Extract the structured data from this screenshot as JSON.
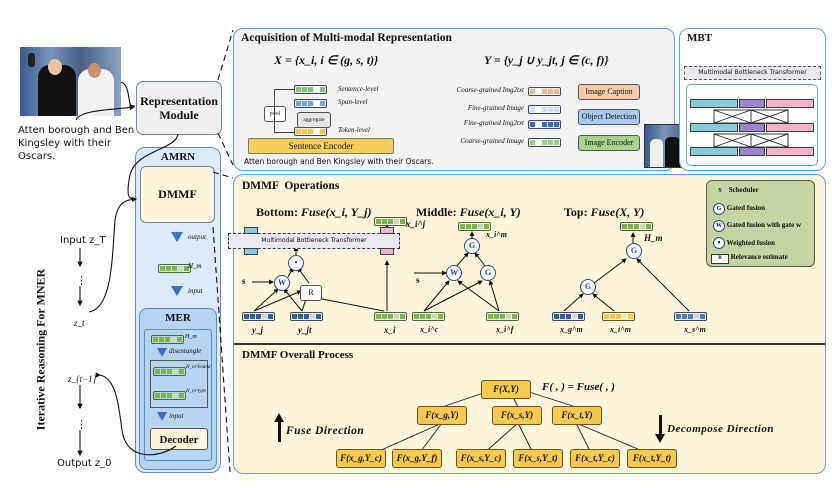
{
  "left": {
    "caption": "Atten borough and Ben Kingsley with their Oscars.",
    "representation_module": "Representation Module",
    "vertical_title": "Iterative Reasoning For MNER",
    "chain": {
      "input": "Input z_T",
      "dots": "⋮",
      "zt": "z_t",
      "zt1": "z_{t−1}",
      "output": "Output z_0"
    }
  },
  "amrn": {
    "title": "AMRN",
    "dmmf": "DMMF",
    "output_label": "output",
    "hm_label": "H_m",
    "input_label": "input",
    "mer": {
      "title": "MER",
      "hm": "H_m",
      "disentangle": "disentangle",
      "hbound": "H_m^bound",
      "htype": "H_m^type",
      "input_label": "input",
      "decoder": "Decoder"
    }
  },
  "acquisition": {
    "title": "Acquisition of Multi-modal Representation",
    "x_formula": "X = {x_i, i ∈ (g, s, t)}",
    "y_formula": "Y = {y_j ∪ y_jt, j ∈ (c, f)}",
    "levels": [
      "Sentence-level",
      "Span-level",
      "Token-level"
    ],
    "pool": "pool",
    "aggregate": "aggregate",
    "sentence_encoder": "Sentence Encoder",
    "sentence": "Atten borough and Ben Kingsley with their Oscars.",
    "image_rows": [
      "Coarse-grained Img2txt",
      "Fine-grained Image",
      "Fine-grained Img2txt",
      "Coarse-grained Image"
    ],
    "image_modules": [
      "Image Caption",
      "Object Detection",
      "Image Encoder"
    ]
  },
  "mbt": {
    "title": "MBT",
    "header": "Multimodal Bottleneck Transformer"
  },
  "operations": {
    "title": "DMMF  Operations",
    "bottom": {
      "label": "Bottom:",
      "formula": "Fuse(x_i, Y_j)",
      "mbt": "Multimodal Bottleneck Transformer",
      "inputs": [
        "y_j",
        "y_jt",
        "x_i"
      ],
      "output": "x_i^j",
      "s": "s",
      "r": "R"
    },
    "middle": {
      "label": "Middle:",
      "formula": "Fuse(x_i, Y)",
      "inputs": [
        "x_i^c",
        "x_i^f"
      ],
      "output": "x_i^m",
      "s": "s"
    },
    "top": {
      "label": "Top:",
      "formula": "Fuse(X, Y)",
      "inputs": [
        "x_g^m",
        "x_t^m",
        "x_s^m"
      ],
      "output": "H_m"
    },
    "legend": [
      {
        "symbol": "S",
        "text": "Scheduler"
      },
      {
        "symbol": "G",
        "text": "Gated fusion"
      },
      {
        "symbol": "W",
        "text": "Gated fusion with gate w"
      },
      {
        "symbol": "•",
        "text": "Weighted fusion"
      },
      {
        "symbol": "R",
        "text": "Relevance estimate"
      }
    ]
  },
  "process": {
    "title": "DMMF Overall Process",
    "fuse_direction": "Fuse Direction",
    "decompose_direction": "Decompose Direction",
    "definition": "F( , ) = Fuse( , )",
    "root": "F(X,Y)",
    "level1": [
      "F(x_g,Y)",
      "F(x_s,Y)",
      "F(x_t,Y)"
    ],
    "level2": [
      "F(x_g,Y_c)",
      "F(x_g,Y_f)",
      "F(x_s,Y_c)",
      "F(x_s,Y_t)",
      "F(x_t,Y_c)",
      "F(x_t,Y_t)"
    ]
  },
  "colors": {
    "panel_blue_border": "#6a9ed8",
    "amrn_bg": "#dce9f7",
    "dmmf_bg": "#fdf5dc",
    "gray_panel": "#f2f2f2",
    "legend_bg": "#c3d3a4",
    "fbox": "#f7c94f",
    "arrow_blue": "#3d6fc0"
  }
}
